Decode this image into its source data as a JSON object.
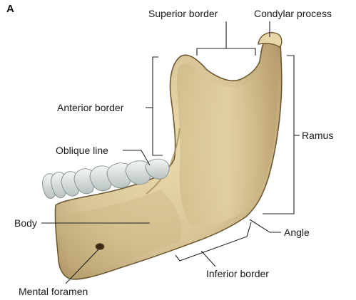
{
  "figure": {
    "panel_letter": "A"
  },
  "labels": {
    "superior_border": "Superior border",
    "condylar_process": "Condylar process",
    "anterior_border": "Anterior border",
    "ramus": "Ramus",
    "oblique_line": "Oblique line",
    "body": "Body",
    "angle": "Angle",
    "inferior_border": "Inferior border",
    "mental_foramen": "Mental foramen"
  },
  "colors": {
    "bone_base": "#d8c496",
    "bone_light": "#ecdcae",
    "bone_shadow": "#a88e5c",
    "bone_outline": "#6e5a32",
    "teeth": "#e9ece8",
    "teeth_shadow": "#aeb8b8",
    "leader": "#222222"
  }
}
